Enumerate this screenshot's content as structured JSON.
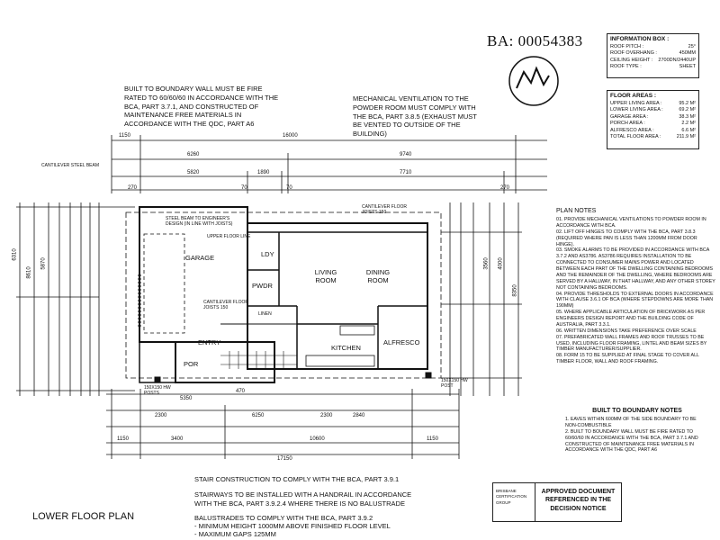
{
  "ba_number": "BA: 00054383",
  "info_box": {
    "title": "INFORMATION BOX :",
    "rows": [
      {
        "label": "ROOF PITCH :",
        "value": "25°"
      },
      {
        "label": "ROOF OVERHANG :",
        "value": "450mm"
      },
      {
        "label": "CEILING HEIGHT :",
        "value": "2700DN/2440UP"
      },
      {
        "label": "ROOF TYPE :",
        "value": "SHEET"
      }
    ]
  },
  "floor_areas": {
    "title": "FLOOR AREAS :",
    "rows": [
      {
        "label": "UPPER LIVING AREA :",
        "value": "95.2 m²"
      },
      {
        "label": "LOWER LIVING AREA :",
        "value": "69.2 m²"
      },
      {
        "label": "GARAGE AREA :",
        "value": "38.3 m²"
      },
      {
        "label": "PORCH AREA :",
        "value": "2.2 m²"
      },
      {
        "label": "ALFRESCO AREA :",
        "value": "6.6 m²"
      },
      {
        "label": "TOTAL FLOOR AREA :",
        "value": "211.9 m²"
      }
    ]
  },
  "notes": {
    "boundary_wall": "BUILT TO BOUNDARY WALL MUST BE FIRE RATED TO 60/60/60 IN ACCORDANCE WITH THE BCA, PART 3.7.1, AND CONSTRUCTED OF MAINTENANCE FREE MATERIALS IN ACCORDANCE WITH THE QDC, PART A6",
    "mechanical": "MECHANICAL VENTILATION TO THE POWDER ROOM MUST COMPLY WITH THE BCA, PART 3.8.5 (EXHAUST MUST BE VENTED TO OUTSIDE OF THE BUILDING)",
    "stair": "STAIR CONSTRUCTION TO COMPLY WITH THE BCA, PART 3.9.1",
    "stairways": "STAIRWAYS TO BE INSTALLED WITH A HANDRAIL IN ACCORDANCE WITH THE BCA, PART 3.9.2.4 WHERE THERE IS NO BALUSTRADE",
    "balustrades_title": "BALUSTRADES TO COMPLY WITH THE BCA, PART 3.9.2",
    "balustrades_1": "- MINIMUM HEIGHT 1000mm ABOVE FINISHED FLOOR LEVEL",
    "balustrades_2": "- MAXIMUM GAPS 125mm"
  },
  "plan_notes": {
    "title": "PLAN NOTES",
    "items": [
      "01. PROVIDE MECHANICAL VENTILATIONS TO POWDER ROOM IN ACCORDANCE WITH BCA.",
      "02. LIFT OFF HINGES TO COMPLY WITH THE BCA, PART 3.8.3 (REQUIRED WHERE PAN IS LESS THAN 1200MM FROM DOOR HINGE).",
      "03. SMOKE ALARMS TO BE PROVIDED IN ACCORDANCE WITH BCA 3.7.2 AND AS3786. AS3786 REQUIRES INSTALLATION TO BE CONNECTED TO CONSUMER MAINS POWER AND LOCATED BETWEEN EACH PART OF THE DWELLING CONTAINING BEDROOMS AND THE REMAINDER OF THE DWELLING, WHERE BEDROOMS ARE SERVED BY A HALLWAY, IN THAT HALLWAY, AND ANY OTHER STOREY NOT CONTAINING BEDROOMS.",
      "04. PROVIDE THRESHOLDS TO EXTERNAL DOORS IN ACCORDANCE WITH CLAUSE 3.6.1 OF BCA (WHERE STEPDOWNS ARE MORE THAN 190mm)",
      "05. WHERE APPLICABLE ARTICULATION OF BRICKWORK AS PER ENGINEERS DESIGN REPORT AND THE BUILDING CODE OF AUSTRALIA, PART 3.3.1.",
      "06. WRITTEN DIMENSIONS TAKE PREFERENCE OVER SCALE",
      "07. PREFABRICATED WALL FRAMES AND ROOF TRUSSES TO BE USED, INCLUDING FLOOR FRAMING, LINTEL AND BEAM SIZES BY TIMBER MANUFACTURER/SUPPLIER.",
      "08. FORM 15 TO BE SUPPLIED AT FINAL STAGE TO COVER ALL TIMBER FLOOR, WALL AND ROOF FRAMING."
    ]
  },
  "boundary_notes": {
    "title": "BUILT TO BOUNDARY NOTES",
    "items": [
      "1. EAVES WITHIN 600mm OF THE SIDE BOUNDARY TO BE NON-COMBUSTIBLE",
      "2. BUILT TO BOUNDARY WALL MUST BE FIRE RATED TO 60/60/60 IN ACCORDANCE WITH THE BCA, PART 3.7.1 AND CONSTRUCTED OF MAINTENANCE FREE MATERIALS IN ACCORDANCE WITH THE QDC, PART A6"
    ]
  },
  "stamp": {
    "left": "BRISBANE CERTIFICATION GROUP",
    "line1": "APPROVED DOCUMENT",
    "line2": "REFERENCED IN THE",
    "line3": "DECISION NOTICE"
  },
  "title": "LOWER FLOOR PLAN",
  "rooms": {
    "garage": "GARAGE",
    "ldy": "LDY",
    "pwdr": "PWDR",
    "living": "LIVING ROOM",
    "dining": "DINING ROOM",
    "kitchen": "KITCHEN",
    "alfresco": "ALFRESCO",
    "entry": "ENTRY",
    "por": "POR",
    "linen": "LINEN"
  },
  "labels": {
    "cantilever_beam": "CANTILEVER STEEL BEAM",
    "steel_beam": "STEEL BEAM TO ENGINEER'S DESIGN (IN LINE WITH JOISTS)",
    "upper_floor_line": "UPPER FLOOR LINE",
    "cantilever_joists_top": "CANTILEVER FLOOR JOISTS 150",
    "cantilever_joists_mid": "CANTILEVER FLOOR JOISTS 150",
    "posts_left": "150x150 HW POSTS",
    "posts_right": "150x150 HW POST"
  },
  "dims": {
    "top_overall": "16000",
    "top_left_off": "1150",
    "top_a": "6260",
    "top_b": "9740",
    "top_c": "5820",
    "top_d": "70",
    "top_e": "1890",
    "top_f": "70",
    "top_g": "7710",
    "top_h": "270",
    "top_i": "270",
    "bottom_overall": "17150",
    "bottom_a": "1150",
    "bottom_b": "3400",
    "bottom_c": "10600",
    "bottom_d": "1150",
    "bottom_e": "5350",
    "bottom_f": "470",
    "bottom_g": "2300",
    "bottom_h": "6250",
    "bottom_i": "2300",
    "bottom_j": "2840",
    "left_overall": "6310",
    "left_a": "8610",
    "left_b": "5870",
    "right_overall": "8350",
    "right_a": "3560",
    "right_b": "4000"
  }
}
